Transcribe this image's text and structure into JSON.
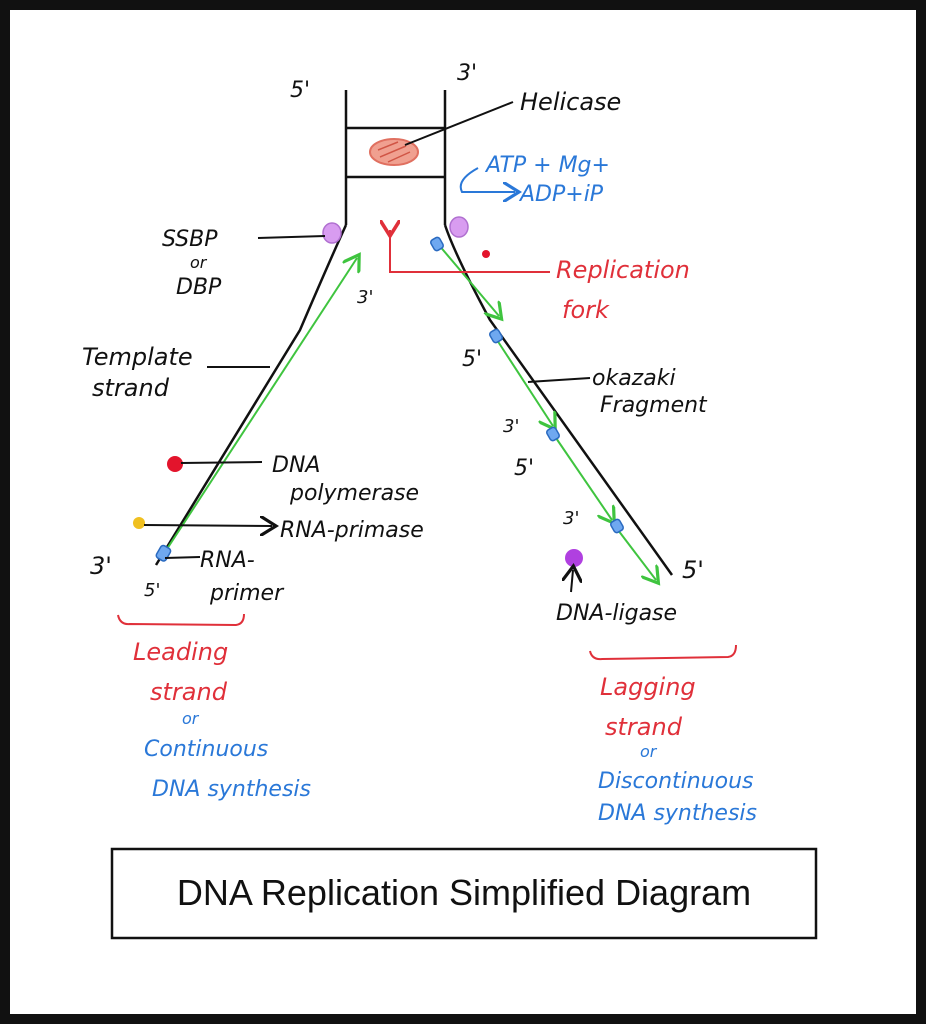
{
  "title": "DNA Replication Simplified Diagram",
  "colors": {
    "ink": "#111111",
    "red": "#e0303a",
    "blue": "#2a78d8",
    "green": "#3fc43f",
    "helicase_fill": "#f0a090",
    "ssbp_fill": "#d89cf0",
    "okazaki_fill": "#6fa8f0",
    "polymerase_dot": "#e3142c",
    "primase_dot": "#f0c020",
    "ligase_dot": "#b040e0"
  },
  "labels": {
    "five_prime_top": "5'",
    "three_prime_top": "3'",
    "helicase": "Helicase",
    "atp_line1": "ATP + Mg+",
    "atp_line2": "ADP+iP",
    "ssbp": "SSBP",
    "ssbp_or": "or",
    "dbp": "DBP",
    "replication": "Replication",
    "fork": "fork",
    "template_line1": "Template",
    "template_line2": "strand",
    "leading_3prime_top": "3'",
    "dna": "DNA",
    "polymerase": "polymerase",
    "rna_primase": "RNA-primase",
    "rna": "RNA-",
    "primer": "primer",
    "left_3prime": "3'",
    "left_5prime": "5'",
    "lag_5prime_1": "5'",
    "okazaki": "okazaki",
    "fragment": "Fragment",
    "lag_3prime_1": "3'",
    "lag_5prime_2": "5'",
    "lag_3prime_2": "3'",
    "right_5prime": "5'",
    "dna_ligase": "DNA-ligase",
    "leading": "Leading",
    "leading_strand": "strand",
    "leading_or": "or",
    "continuous": "Continuous",
    "continuous_dna": "DNA synthesis",
    "lagging": "Lagging",
    "lagging_strand": "strand",
    "lagging_or": "or",
    "discontinuous": "Discontinuous",
    "discontinuous_dna": "DNA synthesis"
  }
}
